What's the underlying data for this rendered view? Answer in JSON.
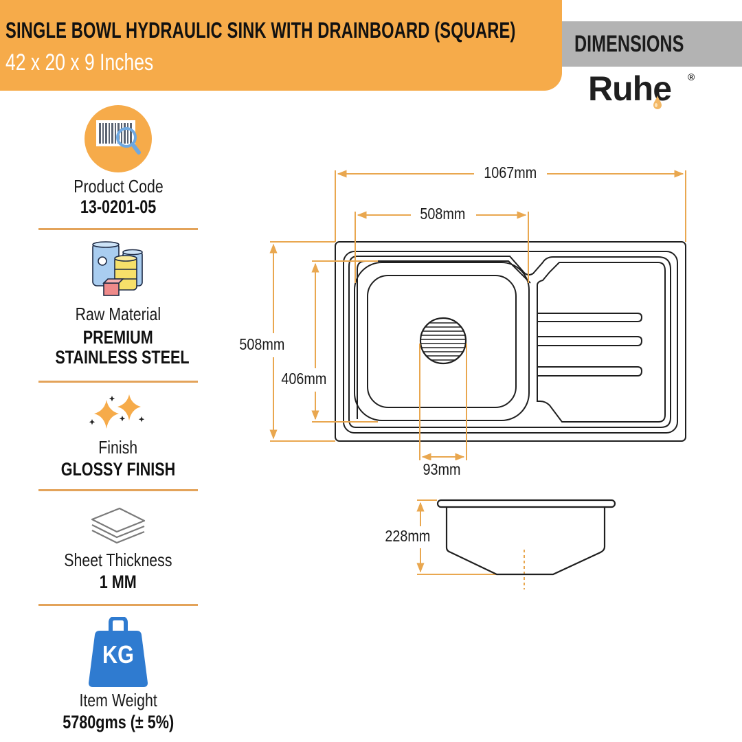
{
  "header": {
    "title": "SINGLE BOWL HYDRAULIC SINK WITH DRAINBOARD (SQUARE)",
    "subtitle": "42 x 20 x 9 Inches",
    "section_label": "DIMENSIONS",
    "brand": "Ruhe",
    "brand_mark": "®"
  },
  "specs": [
    {
      "icon": "barcode-search-icon",
      "label": "Product Code",
      "value": "13-0201-05"
    },
    {
      "icon": "raw-material-barrels-icon",
      "label": "Raw Material",
      "value_line1": "PREMIUM",
      "value_line2": "STAINLESS STEEL"
    },
    {
      "icon": "sparkle-icon",
      "label": "Finish",
      "value": "GLOSSY FINISH"
    },
    {
      "icon": "stacked-sheets-icon",
      "label": "Sheet Thickness",
      "value": "1 MM"
    },
    {
      "icon": "kg-weight-icon",
      "icon_text": "KG",
      "label": "Item Weight",
      "value": "5780gms (± 5%)"
    }
  ],
  "dimensions": {
    "overall_length": "1067mm",
    "bowl_length": "508mm",
    "overall_width": "508mm",
    "bowl_width": "406mm",
    "drain_diameter": "93mm",
    "depth": "228mm"
  },
  "colors": {
    "header_orange": "#f6ab4a",
    "section_gray": "#b3b3b3",
    "dimension_line": "#e9a74f",
    "divider": "#e3a35a",
    "weight_blue": "#2f7bd0"
  }
}
